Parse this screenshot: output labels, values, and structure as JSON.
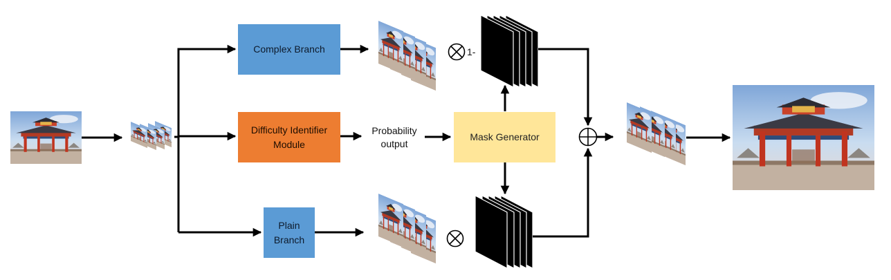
{
  "nodes": {
    "complex_branch": "Complex Branch",
    "difficulty_identifier": [
      "Difficulty Identifier",
      "Module"
    ],
    "plain_branch": [
      "Plain",
      "Branch"
    ],
    "mask_generator": "Mask Generator"
  },
  "labels": {
    "probability_output": [
      "Probability",
      "output"
    ],
    "one_minus": "1-"
  },
  "colors": {
    "branch_blue": "#5b9bd5",
    "identifier_orange": "#ed7d31",
    "mask_yellow": "#ffe699",
    "arrow": "#000000"
  },
  "icons": {
    "multiply": "circled-times-icon",
    "add": "circled-plus-icon"
  }
}
